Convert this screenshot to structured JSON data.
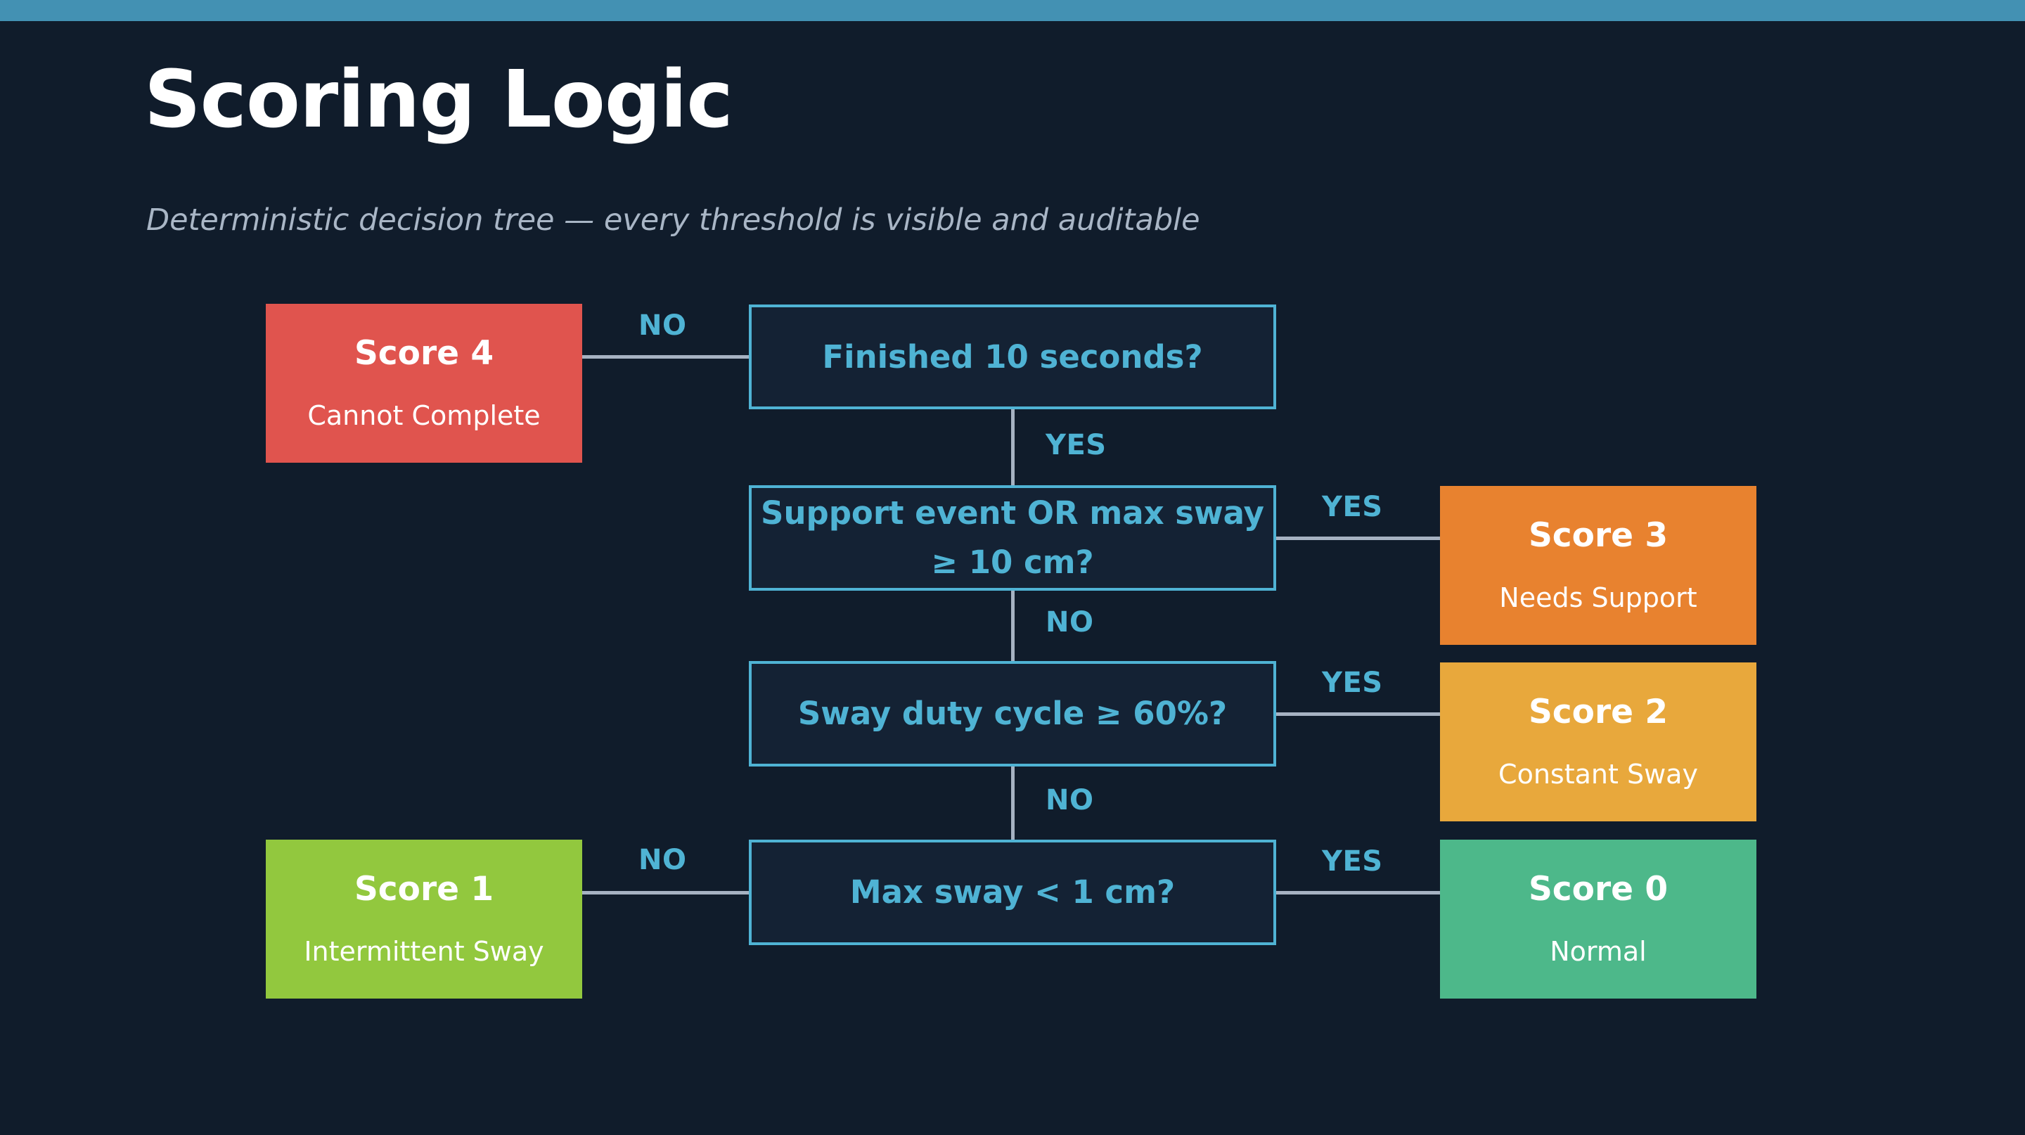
{
  "theme": {
    "background": "#101c2b",
    "accent_bar": "#4391b3",
    "node_fill": "#142234",
    "node_border": "#4fb3d4",
    "connector": "#a6b2c2",
    "edge_label": "#4fb3d4",
    "title_color": "#ffffff",
    "subtitle_color": "#a9b6c6"
  },
  "header": {
    "title": "Scoring Logic",
    "subtitle": "Deterministic decision tree — every threshold is visible and auditable"
  },
  "flow": {
    "decisions": [
      {
        "id": "finished-10-seconds",
        "lines": [
          "Finished 10 seconds?"
        ]
      },
      {
        "id": "support-event-or-max-sway",
        "lines": [
          "Support event OR max sway",
          "≥ 10 cm?"
        ]
      },
      {
        "id": "sway-duty-cycle",
        "lines": [
          "Sway duty cycle ≥ 60%?"
        ]
      },
      {
        "id": "max-sway-under-1cm",
        "lines": [
          "Max sway < 1 cm?"
        ]
      }
    ],
    "outcomes": [
      {
        "id": "score-4",
        "score": "Score 4",
        "desc": "Cannot Complete",
        "color": "#e0544e",
        "side": "left"
      },
      {
        "id": "score-1",
        "score": "Score 1",
        "desc": "Intermittent Sway",
        "color": "#92c83e",
        "side": "left"
      },
      {
        "id": "score-3",
        "score": "Score 3",
        "desc": "Needs Support",
        "color": "#e8822f",
        "side": "right"
      },
      {
        "id": "score-2",
        "score": "Score 2",
        "desc": "Constant Sway",
        "color": "#e8a83c",
        "side": "right"
      },
      {
        "id": "score-0",
        "score": "Score 0",
        "desc": "Normal",
        "color": "#4db88a",
        "side": "right"
      }
    ],
    "edges": [
      {
        "id": "finished-no",
        "label": "NO"
      },
      {
        "id": "finished-yes",
        "label": "YES"
      },
      {
        "id": "support-yes",
        "label": "YES"
      },
      {
        "id": "support-no",
        "label": "NO"
      },
      {
        "id": "duty-yes",
        "label": "YES"
      },
      {
        "id": "duty-no",
        "label": "NO"
      },
      {
        "id": "maxsway-no",
        "label": "NO"
      },
      {
        "id": "maxsway-yes",
        "label": "YES"
      }
    ]
  }
}
